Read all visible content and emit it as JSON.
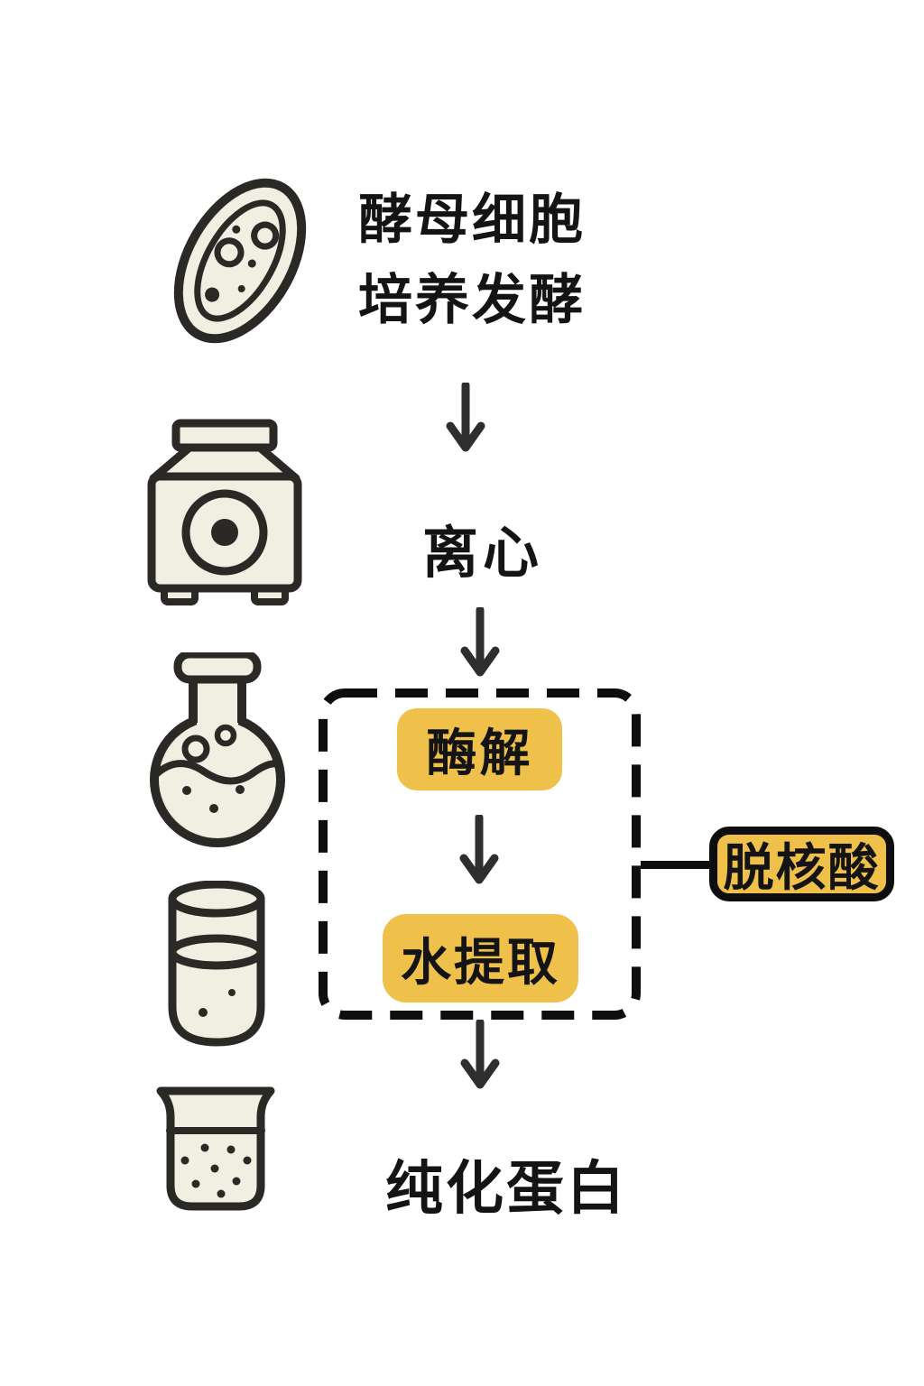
{
  "diagram": {
    "description_language": "zh",
    "steps": {
      "ferment": {
        "line1": "酵母细胞",
        "line2": "培养发酵",
        "icon": "yeast-cell"
      },
      "centrifuge": {
        "label": "离心",
        "icon": "centrifuge"
      },
      "enzymolysis": {
        "label": "酶解",
        "icon": "round-bottom-flask",
        "highlighted": true
      },
      "water_extraction": {
        "label": "水提取",
        "icon": "glass-cup",
        "highlighted": true
      },
      "purified_protein": {
        "label": "纯化蛋白",
        "icon": "beaker"
      }
    },
    "side_label": {
      "label": "脱核酸"
    },
    "grouping": "enzymolysis and water_extraction are enclosed in a dashed rounded box linked to side_label"
  },
  "colors": {
    "bg": "#ffffff",
    "icon_fill": "#f1eee2",
    "icon_stroke": "#2a2925",
    "text": "#141414",
    "arrow": "#2e2e2e",
    "yellow": "#f0c14a",
    "box_border": "#0e0e0e"
  }
}
